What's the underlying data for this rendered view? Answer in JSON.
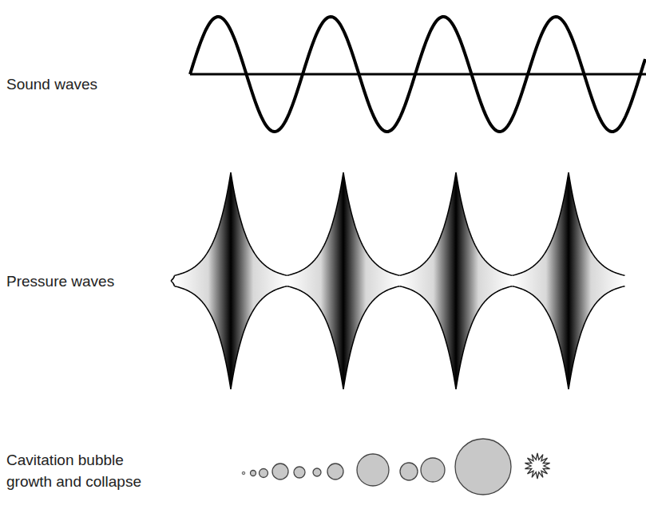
{
  "diagram": {
    "labels": [
      "Sound waves",
      "Pressure waves",
      "Cavitation bubble growth and collapse"
    ]
  }
}
